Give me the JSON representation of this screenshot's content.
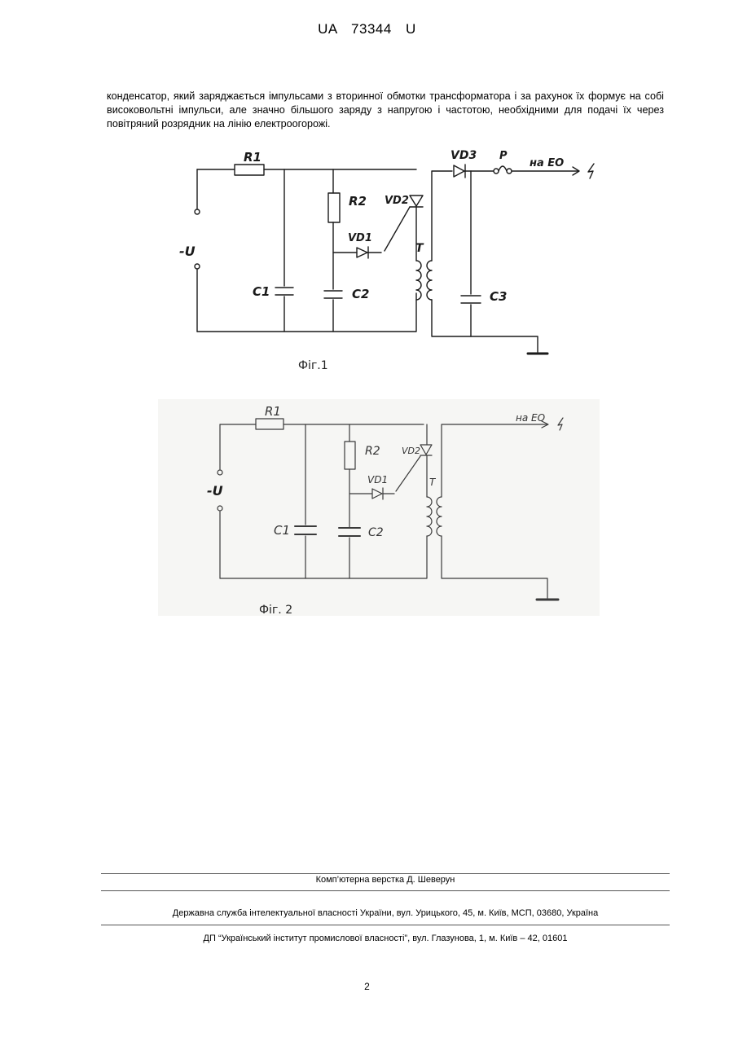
{
  "header": {
    "patent_id": "UA   73344   U"
  },
  "body_text": "конденсатор, який заряджається імпульсами з вторинної обмотки трансформатора і за рахунок їх формує на собі високовольтні імпульси, але значно більшого заряду з напругою і частотою, необхідними для подачі їх через повітряний розрядник на лінію електроогорожі.",
  "figure1": {
    "caption": "Фіг.1",
    "labels": {
      "r1": "R1",
      "r2": "R2",
      "vd2": "VD2",
      "vd1": "VD1",
      "vd3": "VD3",
      "gap": "Р",
      "output": "на ЕО",
      "supply": "-U",
      "c1": "C1",
      "c2": "C2",
      "c3": "C3",
      "transformer": "T"
    }
  },
  "figure2": {
    "caption": "Фіг. 2",
    "labels": {
      "r1": "R1",
      "r2": "R2",
      "vd2": "VD2",
      "vd1": "VD1",
      "output": "на ЕО",
      "supply": "-U",
      "c1": "C1",
      "c2": "C2",
      "transformer": "T"
    }
  },
  "footer": {
    "layout": "Комп’ютерна верстка Д. Шеверун",
    "agency": "Державна служба інтелектуальної власності України, вул. Урицького, 45, м. Київ, МСП, 03680, Україна",
    "institute": "ДП “Український інститут промислової власності”, вул. Глазунова, 1, м. Київ – 42, 01601",
    "page_number": "2"
  }
}
